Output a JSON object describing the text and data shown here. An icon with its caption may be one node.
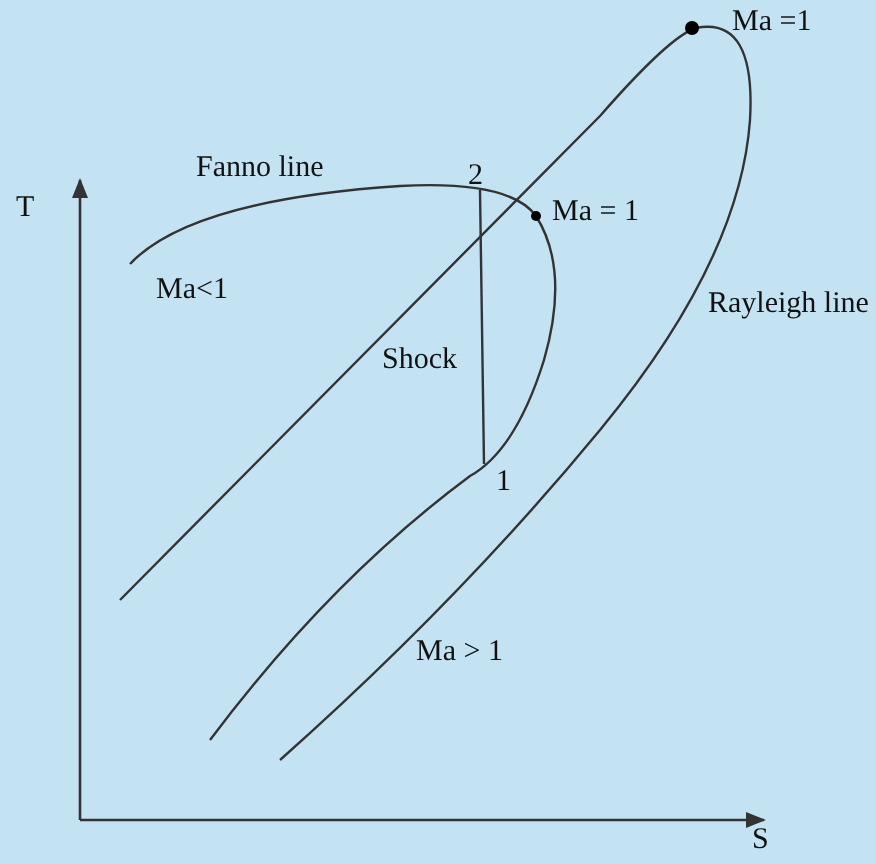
{
  "diagram": {
    "labels": [
      "Ma =1",
      "T",
      "Fanno line",
      "2",
      "Ma = 1",
      "Ma<1",
      "Rayleigh line",
      "Shock",
      "1",
      "Ma > 1",
      "S"
    ]
  }
}
